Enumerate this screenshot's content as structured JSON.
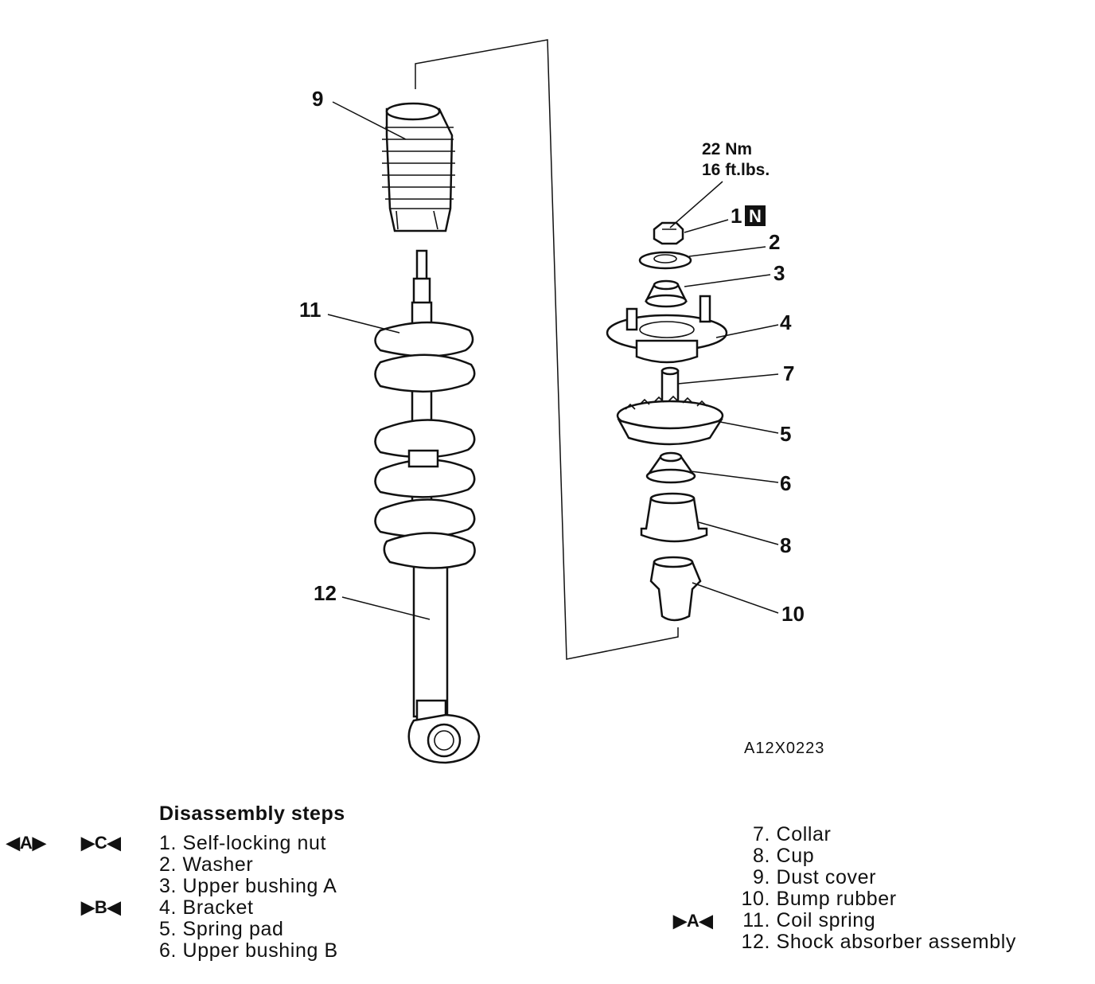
{
  "figure_id": "A12X0223",
  "torque": {
    "line1": "22 Nm",
    "line2": "16 ft.lbs."
  },
  "callouts": {
    "c1": "1",
    "c2": "2",
    "c3": "3",
    "c4": "4",
    "c5": "5",
    "c6": "6",
    "c7": "7",
    "c8": "8",
    "c9": "9",
    "c10": "10",
    "c11": "11",
    "c12": "12"
  },
  "n_badge": "N",
  "disassembly": {
    "title": "Disassembly steps",
    "steps": [
      {
        "num": "1.",
        "label": "Self-locking nut"
      },
      {
        "num": "2.",
        "label": "Washer"
      },
      {
        "num": "3.",
        "label": "Upper bushing A"
      },
      {
        "num": "4.",
        "label": "Bracket"
      },
      {
        "num": "5.",
        "label": "Spring pad"
      },
      {
        "num": "6.",
        "label": "Upper bushing B"
      },
      {
        "num": "7.",
        "label": "Collar"
      },
      {
        "num": "8.",
        "label": "Cup"
      },
      {
        "num": "9.",
        "label": "Dust cover"
      },
      {
        "num": "10.",
        "label": "Bump rubber"
      },
      {
        "num": "11.",
        "label": "Coil spring"
      },
      {
        "num": "12.",
        "label": "Shock absorber assembly"
      }
    ]
  },
  "markers": {
    "step1_left": "◀A▶",
    "step1_right": "▶C◀",
    "step4": "▶B◀",
    "step11": "▶A◀"
  }
}
